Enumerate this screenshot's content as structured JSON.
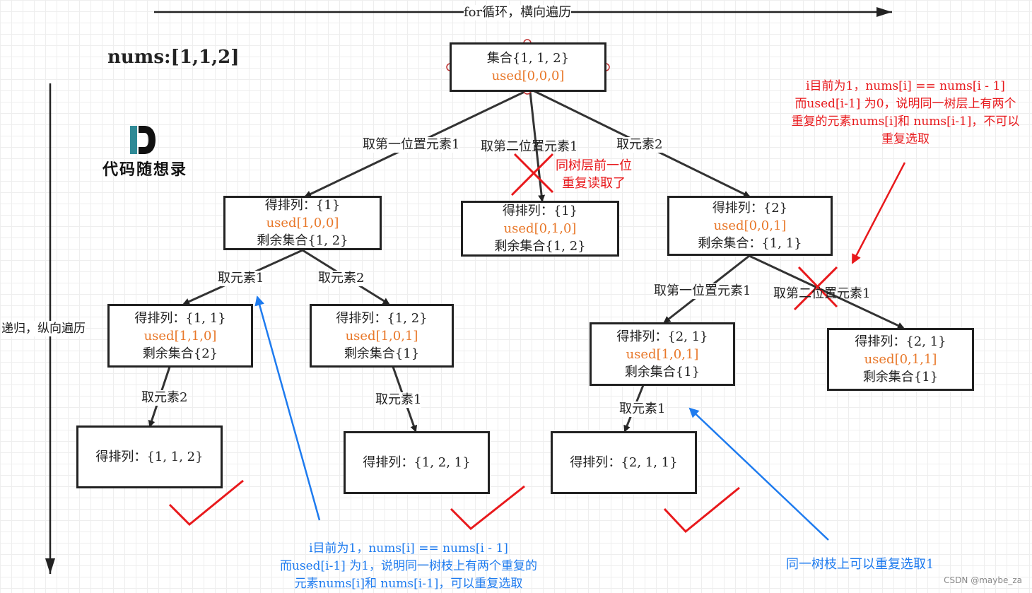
{
  "title": "nums:[1,1,2]",
  "top_arrow_label": "for循环，横向遍历",
  "left_arrow_label": "递归，纵向遍历",
  "logo_text": "代码随想录",
  "nodes": {
    "root": {
      "lines": [
        "集合{1, 1, 2}"
      ],
      "used": "used[0,0,0]"
    },
    "a": {
      "lines": [
        "得排列：{1}"
      ],
      "used": "used[1,0,0]",
      "rest": "剩余集合{1, 2}"
    },
    "b": {
      "lines": [
        "得排列：{1}"
      ],
      "used": "used[0,1,0]",
      "rest": "剩余集合{1, 2}"
    },
    "c": {
      "lines": [
        "得排列：{2}"
      ],
      "used": "used[0,0,1]",
      "rest": "剩余集合：{1, 1}"
    },
    "aa": {
      "lines": [
        "得排列：{1, 1}"
      ],
      "used": "used[1,1,0]",
      "rest": "剩余集合{2}"
    },
    "ab": {
      "lines": [
        "得排列：{1, 2}"
      ],
      "used": "used[1,0,1]",
      "rest": "剩余集合{1}"
    },
    "ca": {
      "lines": [
        "得排列：{2, 1}"
      ],
      "used": "used[1,0,1]",
      "rest": "剩余集合{1}"
    },
    "cb": {
      "lines": [
        "得排列：{2, 1}"
      ],
      "used": "used[0,1,1]",
      "rest": "剩余集合{1}"
    },
    "aaa": {
      "lines": [
        "得排列：{1, 1, 2}"
      ]
    },
    "aba": {
      "lines": [
        "得排列：{1, 2, 1}"
      ]
    },
    "caa": {
      "lines": [
        "得排列：{2, 1, 1}"
      ]
    }
  },
  "edge_labels": {
    "root_a": "取第一位置元素1",
    "root_b": "取第二位置元素1",
    "root_c": "取元素2",
    "a_aa": "取元素1",
    "a_ab": "取元素2",
    "aa_aaa": "取元素2",
    "ab_aba": "取元素1",
    "c_ca": "取第一位置元素1",
    "c_cb": "取第二位置元素1",
    "ca_caa": "取元素1"
  },
  "notes": {
    "same_layer_small": [
      "同树层前一位",
      "重复读取了"
    ],
    "red_main": [
      "i目前为1，nums[i] == nums[i - 1]",
      "而used[i-1] 为0，说明同一树层上有两个",
      "重复的元素nums[i]和 nums[i-1]，不可以",
      "重复选取"
    ],
    "blue_main": [
      "i目前为1，nums[i] == nums[i - 1]",
      "而used[i-1] 为1，说明同一树枝上有两个重复的",
      "元素nums[i]和 nums[i-1]，可以重复选取"
    ],
    "blue_right": [
      "同一树枝上可以重复选取1"
    ]
  },
  "watermark": "CSDN @maybe_za",
  "colors": {
    "used": "#e8782a",
    "red": "#e8191c",
    "blue": "#1e7bef",
    "teal": "#2f8a96"
  }
}
